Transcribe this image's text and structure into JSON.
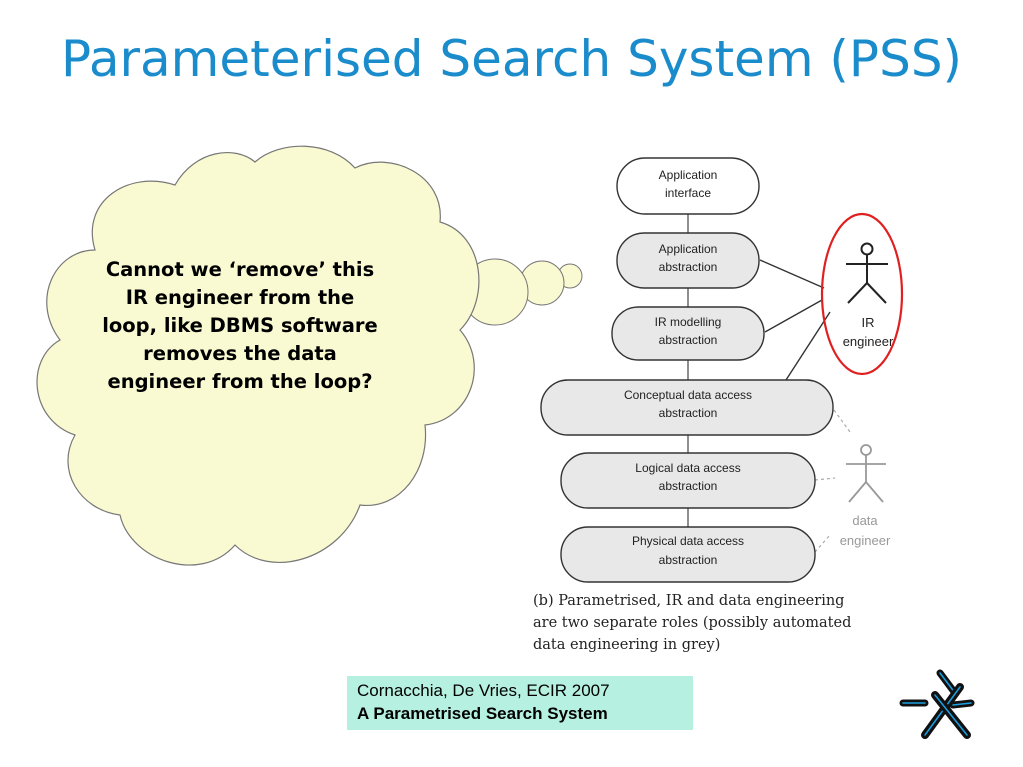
{
  "slide": {
    "title": "Parameterised Search System (PSS)"
  },
  "thought_bubble": {
    "text": "Cannot we ‘remove’ this IR engineer from the loop, like DBMS software removes the data engineer from the loop?"
  },
  "diagram": {
    "layers": [
      {
        "id": "app-interface",
        "line1": "Application",
        "line2": "interface",
        "shaded": false
      },
      {
        "id": "app-abstraction",
        "line1": "Application",
        "line2": "abstraction",
        "shaded": true
      },
      {
        "id": "ir-modelling",
        "line1": "IR modelling",
        "line2": "abstraction",
        "shaded": true
      },
      {
        "id": "conceptual-data",
        "line1": "Conceptual data access",
        "line2": "abstraction",
        "shaded": true
      },
      {
        "id": "logical-data",
        "line1": "Logical data access",
        "line2": "abstraction",
        "shaded": true
      },
      {
        "id": "physical-data",
        "line1": "Physical data access",
        "line2": "abstraction",
        "shaded": true
      }
    ],
    "roles": {
      "ir_engineer": {
        "line1": "IR",
        "line2": "engineer",
        "color": "#222222",
        "highlight": "#e02020"
      },
      "data_engineer": {
        "line1": "data",
        "line2": "engineer",
        "color": "#999999"
      }
    },
    "caption": {
      "line1": "(b) Parametrised, IR and data engineering",
      "line2": "are two separate roles (possibly automated",
      "line3": "data engineering in grey)"
    }
  },
  "reference": {
    "authors": "Cornacchia, De Vries, ECIR 2007",
    "paper_title": "A Parametrised Search System"
  },
  "colors": {
    "title": "#1a8ccc",
    "cloud_fill": "#fafad2",
    "box_fill": "#e8e8e8",
    "reference_bg": "#b6f0e0",
    "logo": "#111111",
    "logo_accent": "#1aa0e0"
  }
}
